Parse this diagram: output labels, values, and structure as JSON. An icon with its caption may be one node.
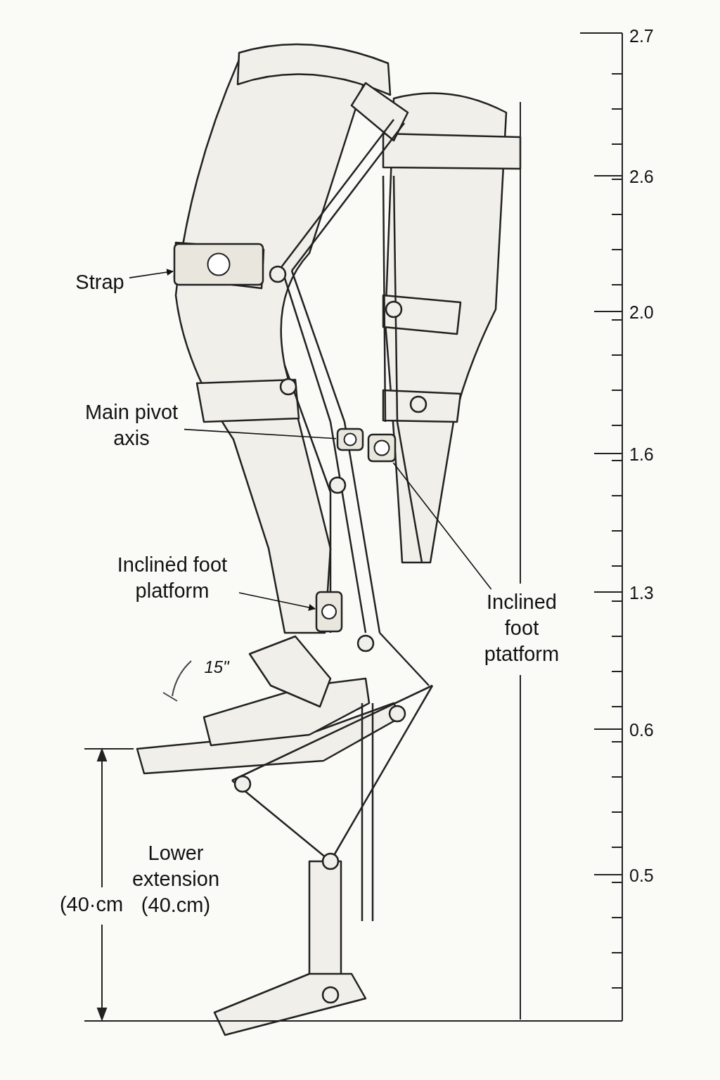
{
  "diagram": {
    "nodes": [
      {
        "text": [
          "Strap"
        ]
      },
      {
        "text": [],
        "shape": "picture"
      },
      {
        "text": [
          "Main pivot axis"
        ]
      },
      {
        "text": [],
        "shape": "picture"
      },
      {
        "text": [
          "Inclinėd foot platform"
        ]
      },
      {
        "text": [],
        "shape": "picture"
      },
      {
        "text": [
          "Inclined foot ptatform"
        ]
      },
      {
        "text": [],
        "shape": "picture"
      }
    ],
    "edges": [
      {
        "from": 0,
        "to": 1,
        "arrow": "to"
      },
      {
        "from": 2,
        "to": 3,
        "arrow": "none"
      },
      {
        "from": 4,
        "to": 5,
        "arrow": "to"
      },
      {
        "from": 6,
        "to": 7,
        "arrow": "none"
      }
    ],
    "labels": [
      "15\"",
      "Lower extension (40.cm)",
      "(40·cm",
      "2.7",
      "2.6",
      "2.0",
      "1.6",
      "1.3",
      "0.6",
      "0.5"
    ]
  }
}
